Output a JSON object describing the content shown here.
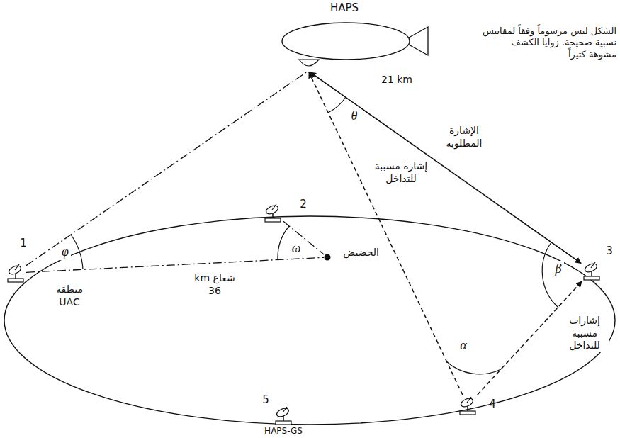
{
  "diagram": {
    "nodes": [
      {
        "text": [
          "HAPS"
        ]
      },
      {
        "text": [
          "منطقة UAC"
        ]
      },
      {
        "text": [
          "1"
        ]
      },
      {
        "text": [
          "2"
        ]
      },
      {
        "text": [
          "3"
        ]
      },
      {
        "text": [
          "4"
        ]
      },
      {
        "text": [
          "5",
          "HAPS-GS"
        ]
      },
      {
        "text": [
          "الحضيض"
        ],
        "in": 1
      }
    ],
    "edges": [
      {
        "from": 2,
        "to": 0,
        "arrow": "none"
      },
      {
        "from": 3,
        "to": 7,
        "arrow": "none"
      },
      {
        "from": 2,
        "to": 7,
        "arrow": "none"
      },
      {
        "from": 5,
        "to": 0,
        "arrow": "to",
        "label": "إشارة مسببة للتداخل"
      },
      {
        "from": 0,
        "to": 4,
        "arrow": "both",
        "label": "الإشارة المطلوبة"
      },
      {
        "from": 5,
        "to": 4,
        "arrow": "to",
        "label": "إشارات مسببة للتداخل"
      }
    ],
    "labels": [
      "21 km",
      "الشكل ليس مرسوماً وفقاً لمقاييس نسبية صحيحة. زوايا الكشف مشوهة كثيراً",
      "θ",
      "φ",
      "ω",
      "β",
      "α",
      "شعاع km 36"
    ]
  }
}
